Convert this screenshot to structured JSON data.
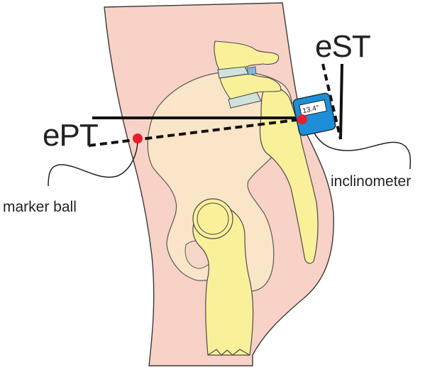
{
  "labels": {
    "ept": "ePT",
    "est": "eST",
    "marker_ball": "marker ball",
    "inclinometer": "inclinometer"
  },
  "inclinometer_display": "13.4°",
  "colors": {
    "skin": "#f8d2c6",
    "bone_pelvis": "#fbe7c8",
    "bone_yellow": "#fbf09a",
    "disc": "#cfe2dc",
    "device": "#1d8fd6",
    "marker": "#e4202a",
    "line": "#111111"
  },
  "icons": {
    "marker": "red-dot-icon",
    "device": "inclinometer-icon"
  }
}
